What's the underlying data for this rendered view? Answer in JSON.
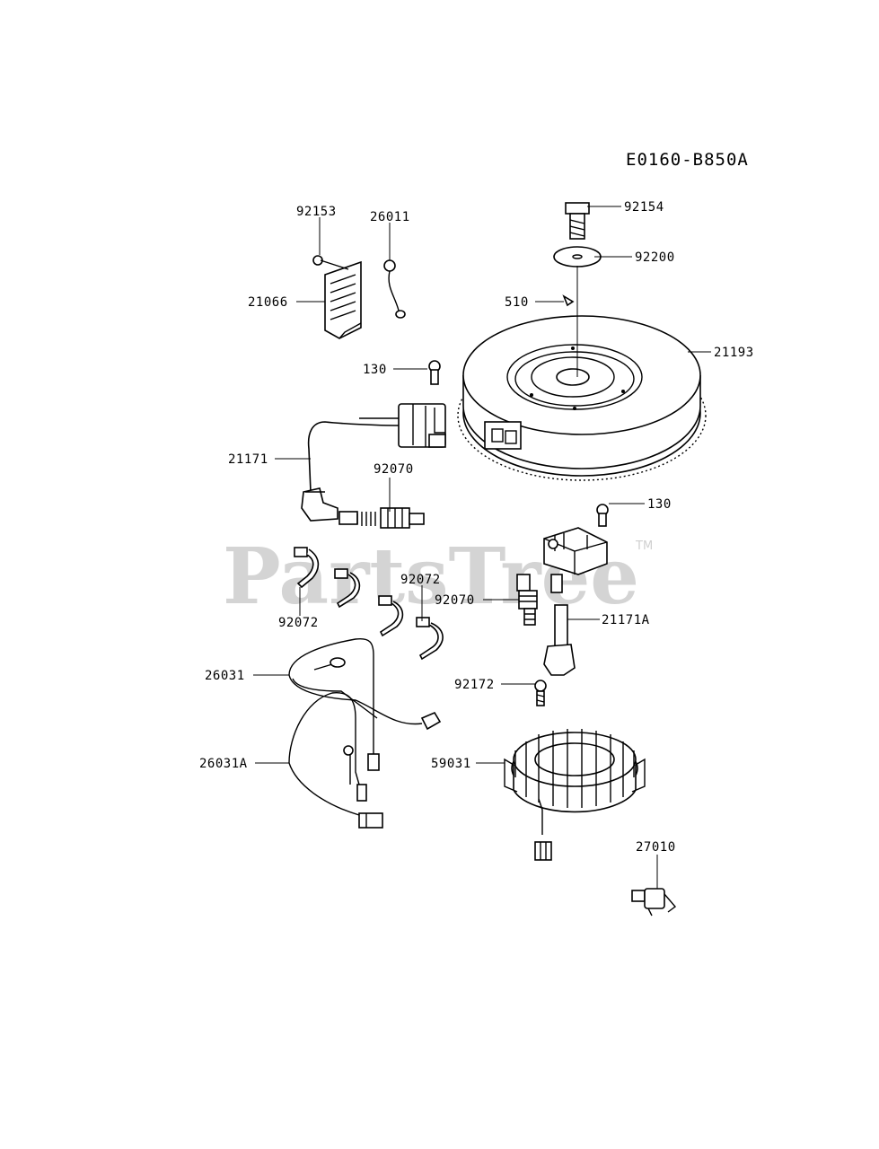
{
  "diagram_code": "E0160-B850A",
  "watermark": {
    "text": "PartsTree",
    "trademark": "TM"
  },
  "callouts": [
    {
      "id": "92153",
      "label": "92153"
    },
    {
      "id": "26011",
      "label": "26011"
    },
    {
      "id": "92154",
      "label": "92154"
    },
    {
      "id": "92200",
      "label": "92200"
    },
    {
      "id": "21066",
      "label": "21066"
    },
    {
      "id": "510",
      "label": "510"
    },
    {
      "id": "21193",
      "label": "21193"
    },
    {
      "id": "130a",
      "label": "130"
    },
    {
      "id": "21171",
      "label": "21171"
    },
    {
      "id": "92070a",
      "label": "92070"
    },
    {
      "id": "130b",
      "label": "130"
    },
    {
      "id": "92072b",
      "label": "92072"
    },
    {
      "id": "92070b",
      "label": "92070"
    },
    {
      "id": "92072a",
      "label": "92072"
    },
    {
      "id": "21171A",
      "label": "21171A"
    },
    {
      "id": "26031",
      "label": "26031"
    },
    {
      "id": "92172",
      "label": "92172"
    },
    {
      "id": "26031A",
      "label": "26031A"
    },
    {
      "id": "59031",
      "label": "59031"
    },
    {
      "id": "27010",
      "label": "27010"
    }
  ]
}
